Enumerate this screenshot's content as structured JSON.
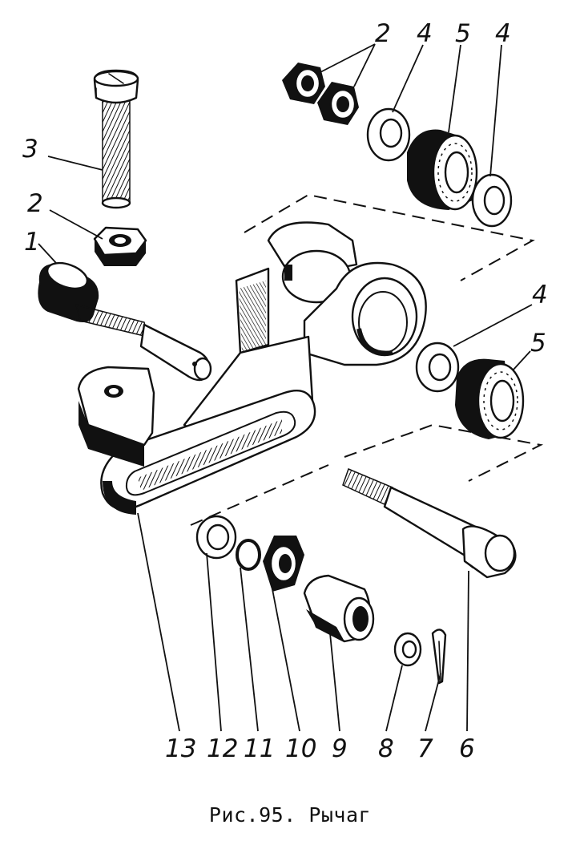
{
  "figure": {
    "caption": "Рис.95. Рычаг"
  },
  "callouts": {
    "c1": "1",
    "c2a": "2",
    "c2b": "2",
    "c3": "3",
    "c4a": "4",
    "c4b": "4",
    "c4c": "4",
    "c5a": "5",
    "c5b": "5",
    "c6": "6",
    "c7": "7",
    "c8": "8",
    "c9": "9",
    "c10": "10",
    "c11": "11",
    "c12": "12",
    "c13": "13"
  }
}
